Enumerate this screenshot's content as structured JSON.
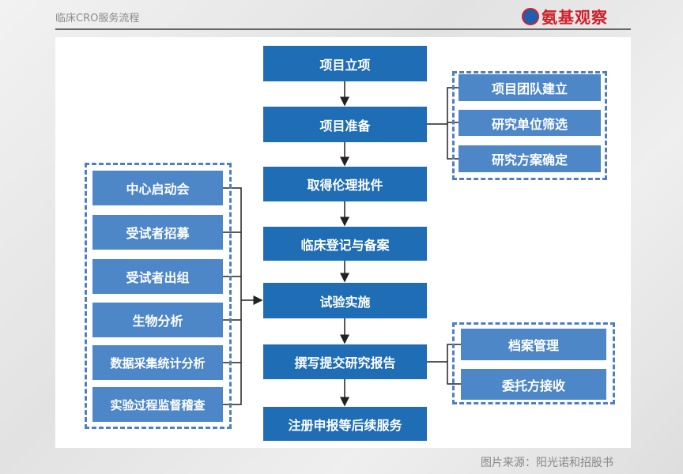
{
  "header": {
    "title": "临床CRO服务流程",
    "logo_text": "氨基观察"
  },
  "main_steps": [
    "项目立项",
    "项目准备",
    "取得伦理批件",
    "临床登记与备案",
    "试验实施",
    "撰写提交研究报告",
    "注册申报等后续服务"
  ],
  "preparation_substeps": [
    "项目团队建立",
    "研究单位筛选",
    "研究方案确定"
  ],
  "implementation_substeps": [
    "中心启动会",
    "受试者招募",
    "受试者出组",
    "生物分析",
    "数据采集统计分析",
    "实验过程监督稽查"
  ],
  "report_substeps": [
    "档案管理",
    "委托方接收"
  ],
  "footer": {
    "source": "图片来源：阳光诺和招股书"
  },
  "colors": {
    "main": "#1f6db4",
    "side": "#4d87c8",
    "dash": "#4f7fc0"
  }
}
